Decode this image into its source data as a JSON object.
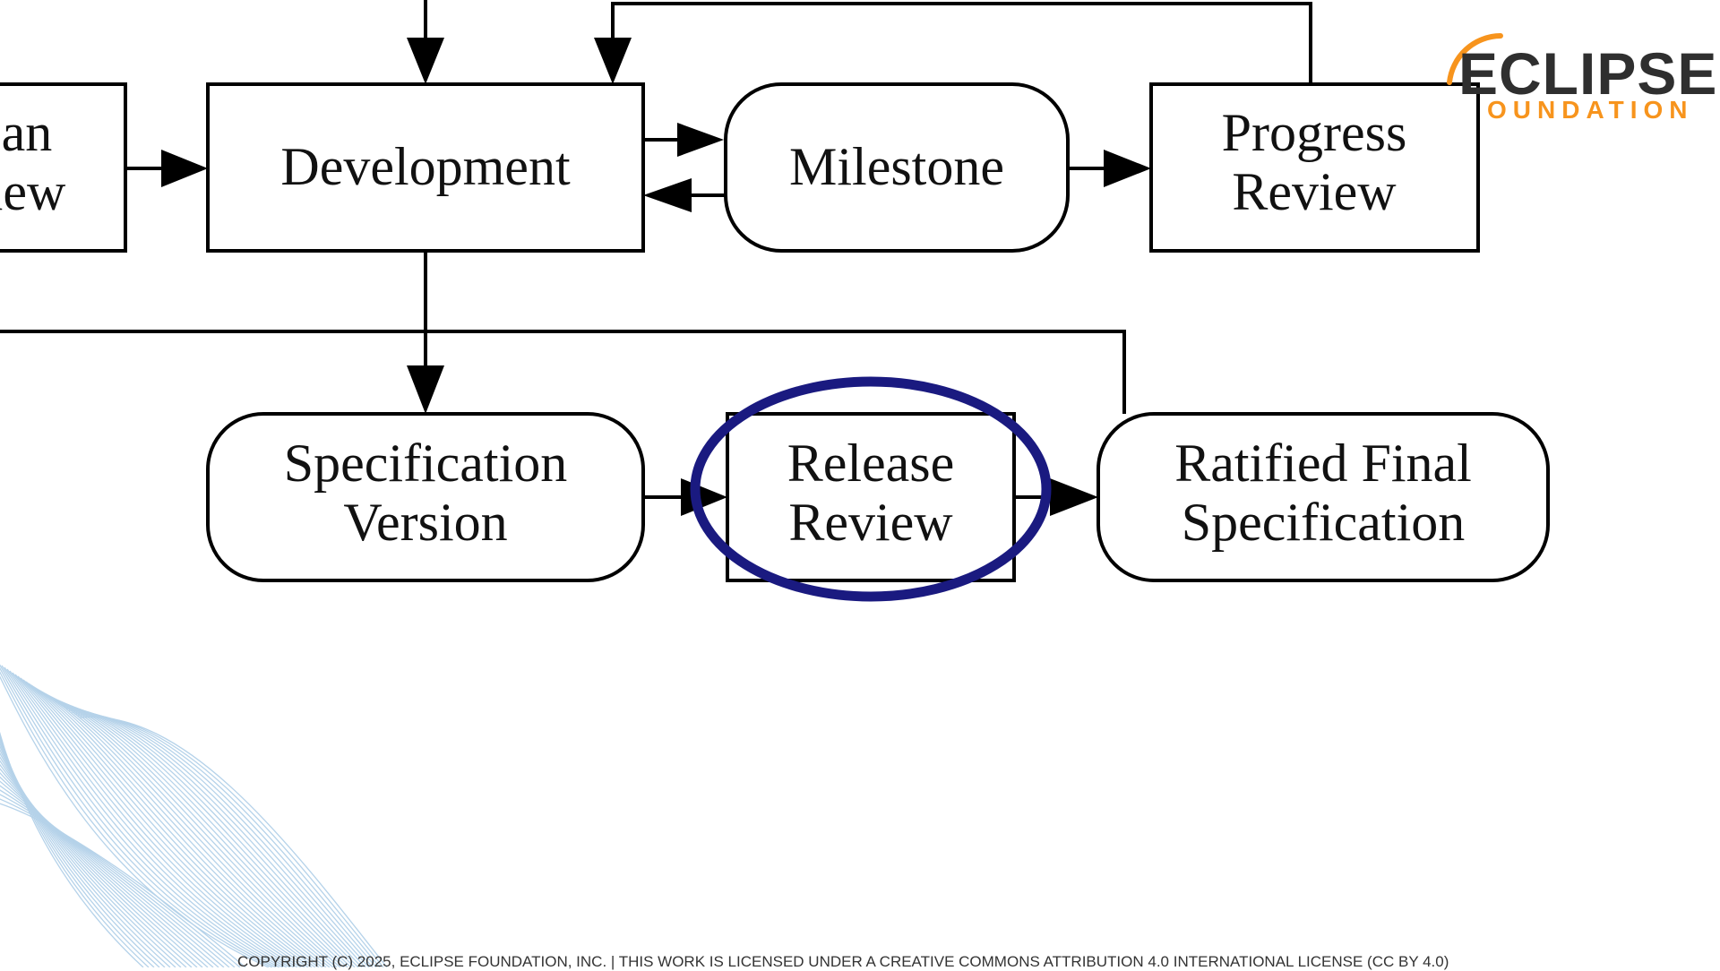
{
  "diagram": {
    "nodes": {
      "plan_review": {
        "line1": "an",
        "line2": "iew"
      },
      "development": {
        "label": "Development"
      },
      "milestone": {
        "label": "Milestone"
      },
      "progress_review": {
        "line1": "Progress",
        "line2": "Review"
      },
      "specification_version": {
        "line1": "Specification",
        "line2": "Version"
      },
      "release_review": {
        "line1": "Release",
        "line2": "Review"
      },
      "ratified_final_specification": {
        "line1": "Ratified Final",
        "line2": "Specification"
      }
    },
    "highlight": {
      "target": "release_review",
      "color": "#1a1a80"
    },
    "line_color": "#000000"
  },
  "logo": {
    "wordmark": "ECLIPSE",
    "subtitle": "FOUNDATION",
    "visible_subtitle": "OUNDATION",
    "accent_color": "#f7941d",
    "text_color": "#2f2f2f"
  },
  "footer": {
    "copyright": "COPYRIGHT (C) 2025, ECLIPSE FOUNDATION, INC. | THIS WORK IS LICENSED UNDER A CREATIVE COMMONS ATTRIBUTION 4.0 INTERNATIONAL LICENSE (CC BY 4.0)"
  },
  "decoration": {
    "swoosh_color": "#a9cbe6"
  }
}
